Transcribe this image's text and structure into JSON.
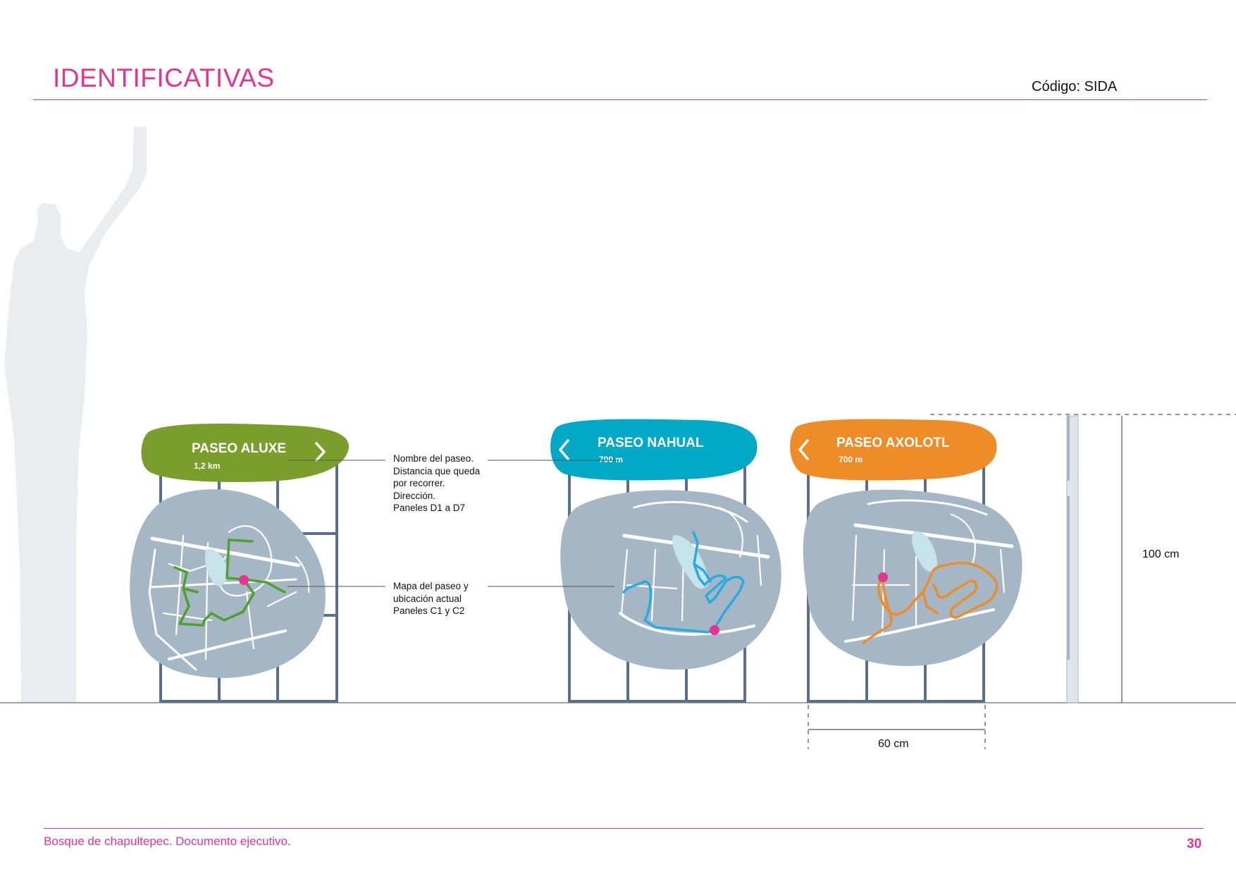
{
  "header": {
    "title": "IDENTIFICATIVAS",
    "code": "Código: SIDA"
  },
  "signs": [
    {
      "name": "PASEO ALUXE",
      "distance": "1,2 km",
      "color": "#7a9e2c",
      "route_color": "#4ea12c",
      "arrow": "right-chevron-icon"
    },
    {
      "name": "PASEO NAHUAL",
      "distance": "700 m",
      "color": "#00a9c5",
      "route_color": "#29abe2",
      "arrow": "left-chevron-icon"
    },
    {
      "name": "PASEO AXOLOTL",
      "distance": "700 m",
      "color": "#ee8c27",
      "route_color": "#ee8c27",
      "arrow": "left-chevron-icon"
    }
  ],
  "callouts": {
    "top": [
      "Nombre del paseo.",
      "Distancia que queda",
      "por recorrer.",
      "Dirección.",
      "Paneles D1 a D7"
    ],
    "bottom": [
      "Mapa del paseo y",
      "ubicación actual",
      "Paneles C1 y C2"
    ]
  },
  "dimensions": {
    "height": "100 cm",
    "width": "60 cm"
  },
  "colors": {
    "accent": "#e5348f",
    "frame": "#5a6f8c",
    "map_blob": "#a5b6c5",
    "silhouette": "#e9edf0",
    "location_marker": "#e5348f"
  },
  "footer": {
    "text": "Bosque de chapultepec. Documento ejecutivo.",
    "page": "30"
  }
}
